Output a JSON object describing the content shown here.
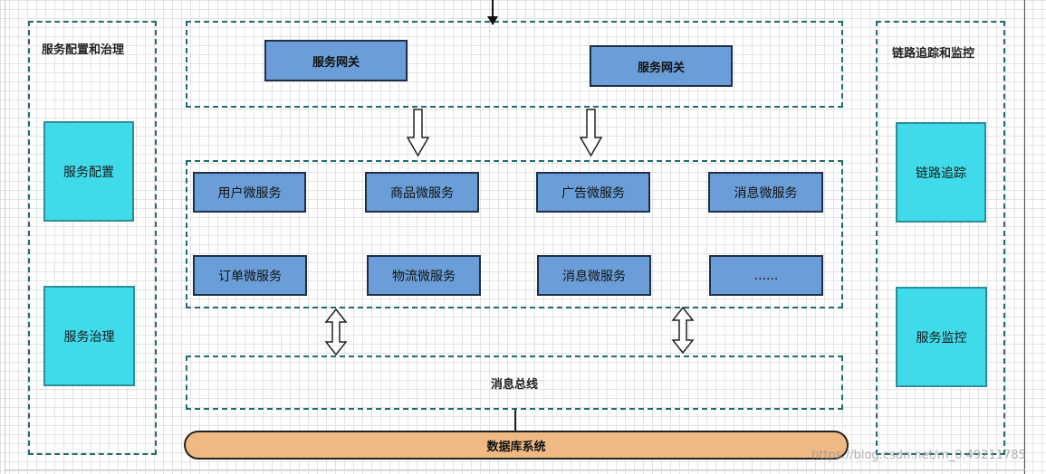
{
  "left_group": {
    "title": "服务配置和治理",
    "items": [
      "服务配置",
      "服务治理"
    ]
  },
  "right_group": {
    "title": "链路追踪和监控",
    "items": [
      "链路追踪",
      "服务监控"
    ]
  },
  "gateway_layer": {
    "gateways": [
      "服务网关",
      "服务网关"
    ]
  },
  "microservices_layer": {
    "row1": [
      "用户微服务",
      "商品微服务",
      "广告微服务",
      "消息微服务"
    ],
    "row2": [
      "订单微服务",
      "物流微服务",
      "消息微服务",
      "......"
    ]
  },
  "message_bus": {
    "label": "消息总线"
  },
  "database": {
    "label": "数据库系统"
  },
  "watermark": "https://blog.csdn.net/m_0.49211785",
  "colors": {
    "group_border": "#1d6b73",
    "teal_box": "#3fdbea",
    "blue_box": "#6b9ed8",
    "database": "#f0b883"
  }
}
